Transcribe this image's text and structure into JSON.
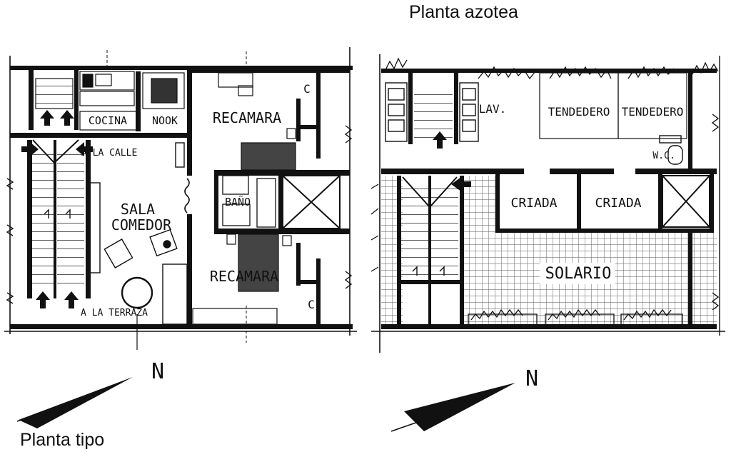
{
  "captions": {
    "roof_plan": "Planta azotea",
    "typical_plan": "Planta tipo"
  },
  "typical_floor": {
    "rooms": {
      "kitchen": "COCINA",
      "nook": "NOOK",
      "bedroom_1": "RECAMARA",
      "bedroom_2": "RECAMARA",
      "bathroom": "BAÑO",
      "living_line_1": "SALA",
      "living_line_2": "COMEDOR"
    },
    "annotations": {
      "to_street": "A LA CALLE",
      "to_terrace": "A LA TERRAZA",
      "closet_1": "C",
      "closet_2": "C"
    }
  },
  "roof_floor": {
    "rooms": {
      "laundry": "LAV.",
      "drying_1": "TENDEDERO",
      "drying_2": "TENDEDERO",
      "toilet": "W.C.",
      "maid_1": "CRIADA",
      "maid_2": "CRIADA",
      "solarium": "SOLARIO"
    }
  },
  "north_arrows": {
    "typical_plan": "N",
    "roof_plan": "N"
  },
  "colors": {
    "ink": "#111111",
    "paper": "#ffffff",
    "hatch": "#555555"
  }
}
